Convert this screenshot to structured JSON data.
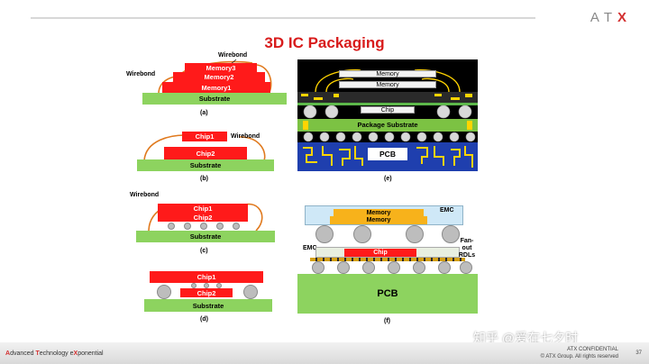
{
  "slide": {
    "title": "3D IC Packaging",
    "logo": {
      "left": "A T",
      "accent": "X"
    },
    "tagline": {
      "a": "A",
      "a_rest": "dvanced ",
      "t": "T",
      "t_rest": "echnology e",
      "x": "X",
      "x_rest": "ponential"
    },
    "confidential": "ATX CONFIDENTIAL",
    "copyright": "© ATX Group. All rights reserved",
    "page_number": "37",
    "watermark": "知乎 @爱在七夕时"
  },
  "diagrams": {
    "a": {
      "caption": "(a)",
      "wirebond_top": "Wirebond",
      "wirebond_left": "Wirebond",
      "memory3": "Memory3",
      "memory2": "Memory2",
      "memory1": "Memory1",
      "substrate": "Substrate"
    },
    "b": {
      "caption": "(b)",
      "chip1": "Chip1",
      "chip2": "Chip2",
      "wirebond": "Wirebond",
      "substrate": "Substrate"
    },
    "c": {
      "caption": "(c)",
      "wirebond": "Wirebond",
      "chip1": "Chip1",
      "chip2": "Chip2",
      "substrate": "Substrate"
    },
    "d": {
      "caption": "(d)",
      "chip1": "Chip1",
      "chip2": "Chip2",
      "substrate": "Substrate"
    },
    "e": {
      "caption": "(e)",
      "memory_top": "Memory",
      "memory_bottom": "Memory",
      "chip": "Chip",
      "package_substrate": "Package Substrate",
      "pcb": "PCB"
    },
    "f": {
      "caption": "(f)",
      "memory1": "Memory",
      "memory2": "Memory",
      "emc_top": "EMC",
      "emc_left": "EMC",
      "chip": "Chip",
      "fanout": "Fan-out",
      "rdls": "RDLs",
      "pcb": "PCB"
    }
  },
  "colors": {
    "accent_red": "#ff1a1a",
    "substrate_green": "#8dd35f",
    "wire_orange": "#e07a1f",
    "title_red": "#d81b1b"
  }
}
